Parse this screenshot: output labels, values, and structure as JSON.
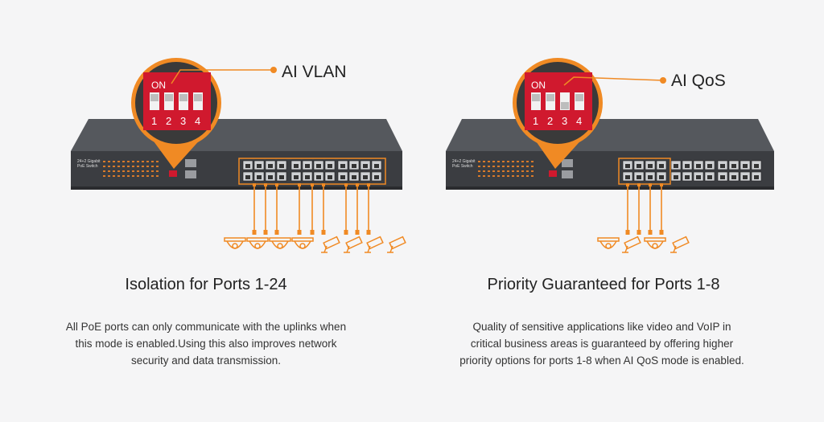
{
  "colors": {
    "accent": "#f08a24",
    "dip_red": "#d0192e",
    "switch_body": "#3b3d41",
    "background": "#f5f5f6"
  },
  "left": {
    "feature_label": "AI VLAN",
    "dip": {
      "on_label": "ON",
      "numbers": [
        "1",
        "2",
        "3",
        "4"
      ]
    },
    "title": "Isolation for Ports 1-24",
    "description": "All PoE ports can only communicate with the uplinks when\nthis mode is enabled.Using this also improves network\nsecurity and data transmission.",
    "device_icons": [
      "dome-camera-icon",
      "dome-camera-icon",
      "dome-camera-icon",
      "dome-camera-icon",
      "bullet-camera-icon",
      "bullet-camera-icon",
      "bullet-camera-icon",
      "bullet-camera-icon"
    ]
  },
  "right": {
    "feature_label": "AI QoS",
    "dip": {
      "on_label": "ON",
      "numbers": [
        "1",
        "2",
        "3",
        "4"
      ]
    },
    "title": "Priority Guaranteed for Ports 1-8",
    "description": "Quality of sensitive applications like video  and VoIP in\ncritical business areas is guaranteed by offering higher\npriority options for ports 1-8 when AI QoS mode is enabled.",
    "device_icons": [
      "dome-camera-icon",
      "bullet-camera-icon",
      "dome-camera-icon",
      "bullet-camera-icon"
    ]
  }
}
